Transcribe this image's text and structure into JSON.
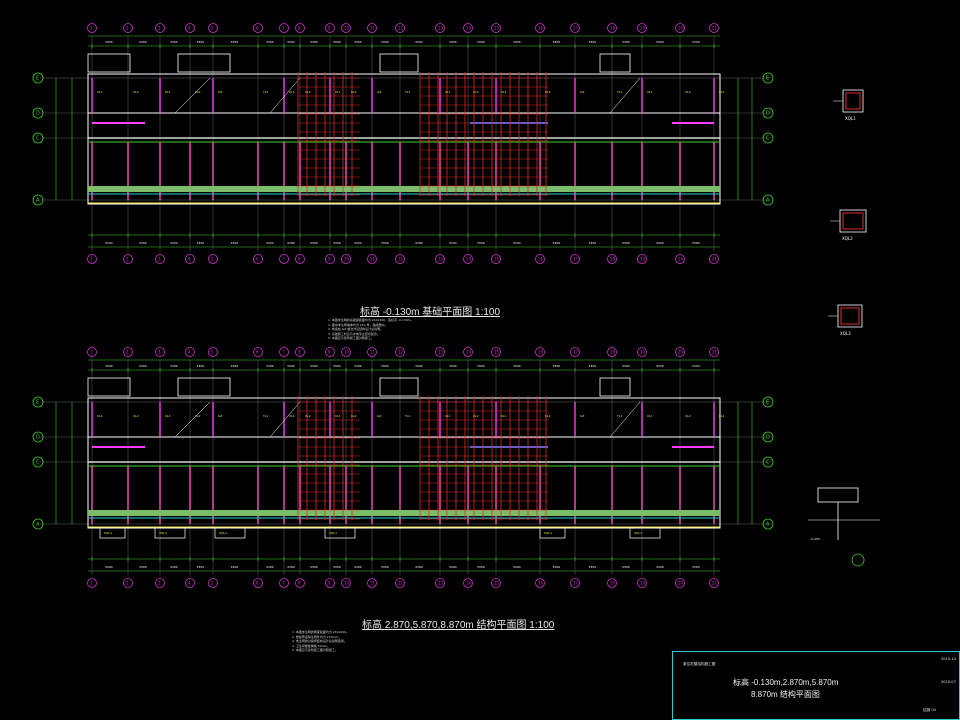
{
  "drawing": {
    "background": "#000000",
    "colors": {
      "axis_green": "#3ed12a",
      "grid_line": "#7a7a7a",
      "wall_white": "#ffffff",
      "beam_red": "#e02a2a",
      "magenta": "#ff3cff",
      "cyan": "#2fc9d6",
      "yellow": "#f0e234",
      "blue": "#3d6cff",
      "pink": "#ff4fc2",
      "axis_bubble": "#d030d0"
    },
    "plan1": {
      "title": "标高 -0.130m 基础平面图 1:100",
      "notes": [
        "1. 本图未注明的基础梁截面均为 240x400，底标高 -0.130m。",
        "2. 图中未注明墙体均为 240 厚，轴线居中。",
        "3. 构造柱 GZ 做法详见结构设计总说明。",
        "4. 基础施工时应与水电专业密切配合。",
        "5. 本图应与建筑施工图对照施工。"
      ]
    },
    "plan2": {
      "title": "标高 2.870,5.870,8.870m 结构平面图 1:100",
      "notes": [
        "1. 本图未注明的圈梁截面均为 240x240。",
        "2. 楼板厚度除注明外均为 100mm。",
        "3. 未注明的过梁按结构设计总说明选用。",
        "4. 卫生间楼板降板 50mm。",
        "5. 本图应与建筑施工图对照施工。"
      ]
    },
    "details": {
      "d1": "XQL1",
      "d2": "XQL2",
      "d3": "XQL3"
    }
  },
  "title_block": {
    "main": "标高 -0.130m,2.870m,5.870m",
    "main2": "8.870m 结构平面图",
    "proj": "某住宅楼结构施工图",
    "date1": "2010-14",
    "date2": "2010.07",
    "sheet": "结施 04"
  }
}
